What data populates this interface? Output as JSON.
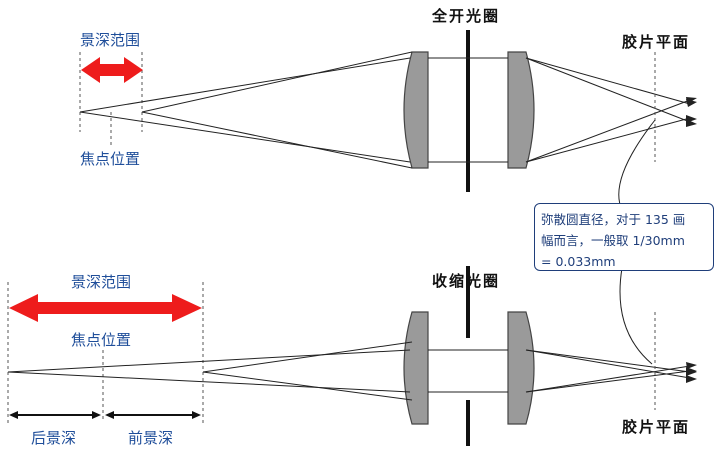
{
  "top": {
    "aperture_title": "全开光圈",
    "film_plane_label": "胶片平面",
    "dof_range_label": "景深范围",
    "focus_label": "焦点位置"
  },
  "bottom": {
    "aperture_title": "收缩光圈",
    "film_plane_label": "胶片平面",
    "dof_range_label": "景深范围",
    "focus_label": "焦点位置",
    "rear_dof_label": "后景深",
    "front_dof_label": "前景深"
  },
  "note": {
    "line1": "弥散圆直径，对于 135 画",
    "line2": "幅而言，一般取 1/30mm",
    "line3": "= 0.033mm"
  },
  "colors": {
    "arrow_red": "#ee1c1c",
    "lens_fill": "#9a9a9a",
    "label_blue": "#1f4e9a",
    "ray": "#222222"
  }
}
